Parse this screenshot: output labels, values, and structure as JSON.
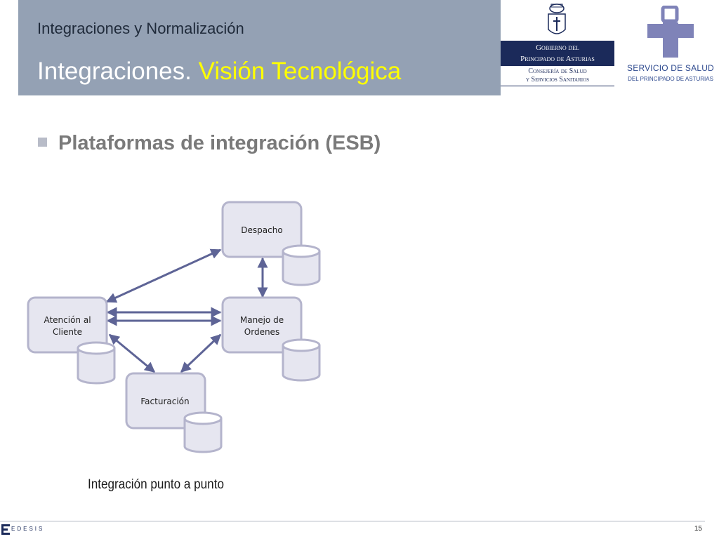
{
  "slide": {
    "subtitle": "Integraciones y Normalización",
    "title_main": "Integraciones.",
    "title_highlight": "Visión Tecnológica",
    "bullet": "Plataformas de integración (ESB)",
    "caption": "Integración punto a punto",
    "page_number": "15"
  },
  "logos": {
    "gobierno_line1": "Gobierno del",
    "gobierno_line2": "Principado de Asturias",
    "consejeria_line1": "Consejería de Salud",
    "consejeria_line2": "y Servicios Sanitarios",
    "servicio_name": "SERVICIO DE SALUD",
    "servicio_sub": "DEL PRINCIPADO DE ASTURIAS",
    "footer_brand": "EDESIS"
  },
  "diagram": {
    "nodes": {
      "despacho": [
        "Despacho"
      ],
      "atencion": [
        "Atención al",
        "Cliente"
      ],
      "manejo": [
        "Manejo de",
        "Ordenes"
      ],
      "facturacion": [
        "Facturación"
      ]
    }
  },
  "colors": {
    "header_band": "#94a1b4",
    "title_highlight": "#ffff00",
    "node_fill": "#e6e6f0",
    "node_border": "#b4b4cc",
    "arrow": "#5e6496"
  }
}
